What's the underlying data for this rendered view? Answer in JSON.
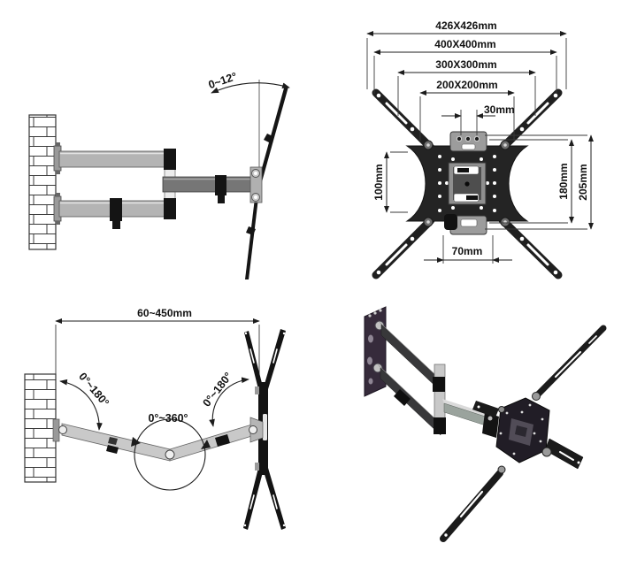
{
  "views": {
    "side": {
      "tilt_range": "0~12°"
    },
    "front": {
      "vesa_426": "426X426mm",
      "vesa_400": "400X400mm",
      "vesa_300": "300X300mm",
      "vesa_200": "200X200mm",
      "top_hole_spacing": "30mm",
      "side_hole_spacing": "100mm",
      "plate_inner_height": "180mm",
      "plate_outer_height": "205mm",
      "bottom_hole_spacing": "70mm"
    },
    "top": {
      "extension_range": "60~450mm",
      "wall_swivel": "0°~180°",
      "elbow_swivel": "0°~360°",
      "tv_swivel": "0°~180°"
    }
  },
  "colors": {
    "background": "#ffffff",
    "line": "#1c1c1c",
    "metal_black": "#161616",
    "arm_gray_light": "#c9c9c9",
    "arm_gray_mid": "#767676",
    "bracket_gray": "#9c9c9c",
    "wall_plate_3d": "#362b3b",
    "forearm_3d": "#9aa39d"
  }
}
